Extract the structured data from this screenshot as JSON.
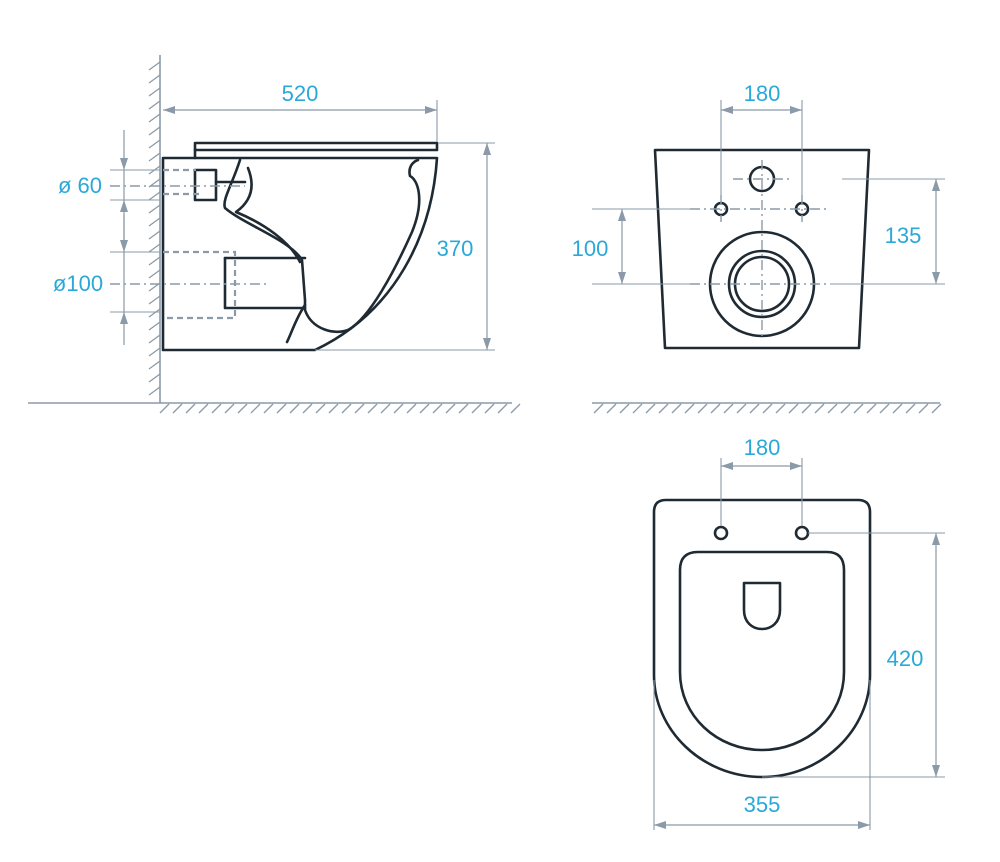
{
  "side_view": {
    "dim_depth": "520",
    "dim_height": "370",
    "dim_inlet": "ø 60",
    "dim_outlet": "ø100"
  },
  "back_view": {
    "dim_spacing": "180",
    "dim_left": "100",
    "dim_right": "135"
  },
  "top_view": {
    "dim_spacing": "180",
    "dim_length": "420",
    "dim_width": "355"
  },
  "colors": {
    "label": "#2aa9d8",
    "outline": "#1f2a33",
    "dimension": "#8a9aa8"
  }
}
